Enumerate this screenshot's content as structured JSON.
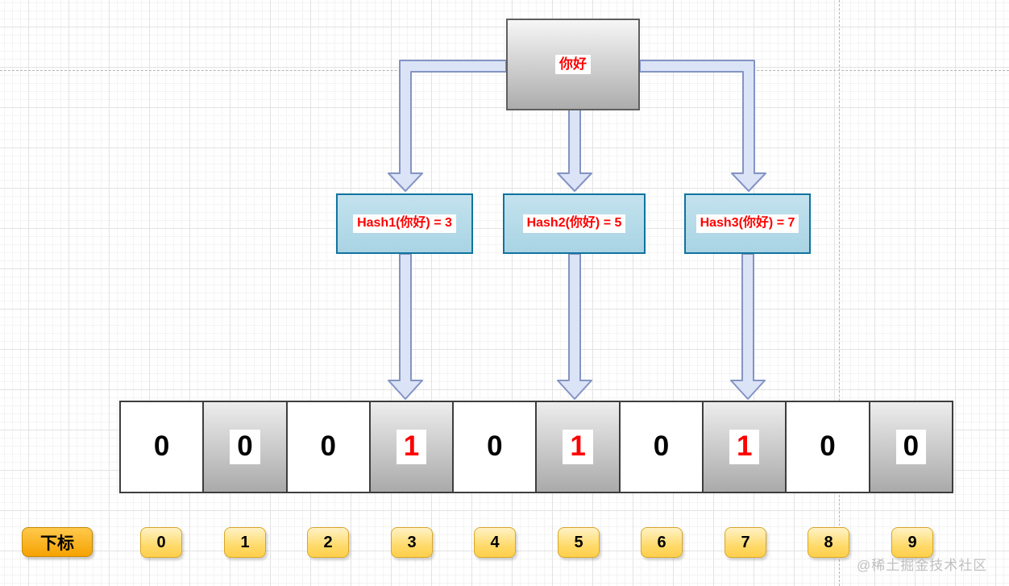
{
  "input_node": {
    "label": "你好"
  },
  "hash_nodes": [
    {
      "label": "Hash1(你好) = 3"
    },
    {
      "label": "Hash2(你好) = 5"
    },
    {
      "label": "Hash3(你好) = 7"
    }
  ],
  "bit_array": {
    "values": [
      "0",
      "0",
      "0",
      "1",
      "0",
      "1",
      "0",
      "1",
      "0",
      "0"
    ],
    "set_indexes": [
      3,
      5,
      7
    ]
  },
  "index_row": {
    "label": "下标",
    "indexes": [
      "0",
      "1",
      "2",
      "3",
      "4",
      "5",
      "6",
      "7",
      "8",
      "9"
    ]
  },
  "watermark": "@稀土掘金技术社区",
  "colors": {
    "set_bit_text": "#ff0000",
    "node_label_text": "#ff0000",
    "hash_node_fill": "#a9d4e4",
    "hash_node_border": "#10739e",
    "input_node_border": "#5e5e5e",
    "connector_fill": "#dbe3f6",
    "connector_stroke": "#8494c4",
    "index_badge_fill": "#ffd966",
    "index_label_fill": "#f5a200",
    "cell_border": "#3d3d3d"
  }
}
